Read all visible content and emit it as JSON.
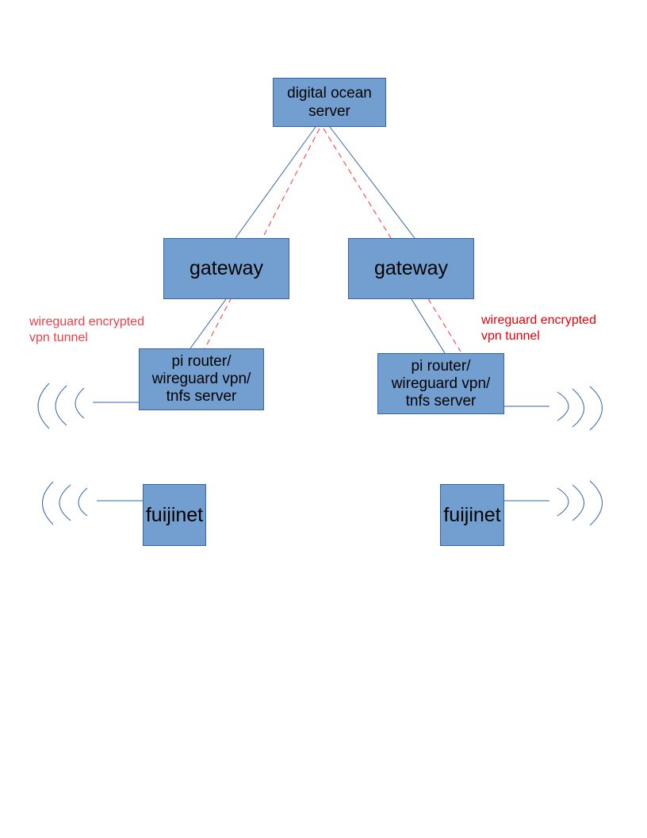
{
  "nodes": {
    "server": "digital ocean\nserver",
    "gateway_left": "gateway",
    "gateway_right": "gateway",
    "router_left": "pi router/\nwireguard vpn/\ntnfs server",
    "router_right": "pi router/\nwireguard vpn/\ntnfs server",
    "fujinet_left": "fuijinet",
    "fujinet_right": "fuijinet"
  },
  "tunnel_labels": {
    "left": "wireguard encrypted\nvpn tunnel",
    "right": "wireguard encrypted\nvpn tunnel"
  },
  "colors": {
    "box_fill": "#729fcf",
    "box_border": "#3465a4",
    "link_line": "#3465a4",
    "tunnel_line": "#ff3333",
    "tunnel_text_left": "#e8414a",
    "tunnel_text_right": "#e6000a"
  },
  "icons": {
    "wifi_waves": "wifi-signal-icon"
  }
}
